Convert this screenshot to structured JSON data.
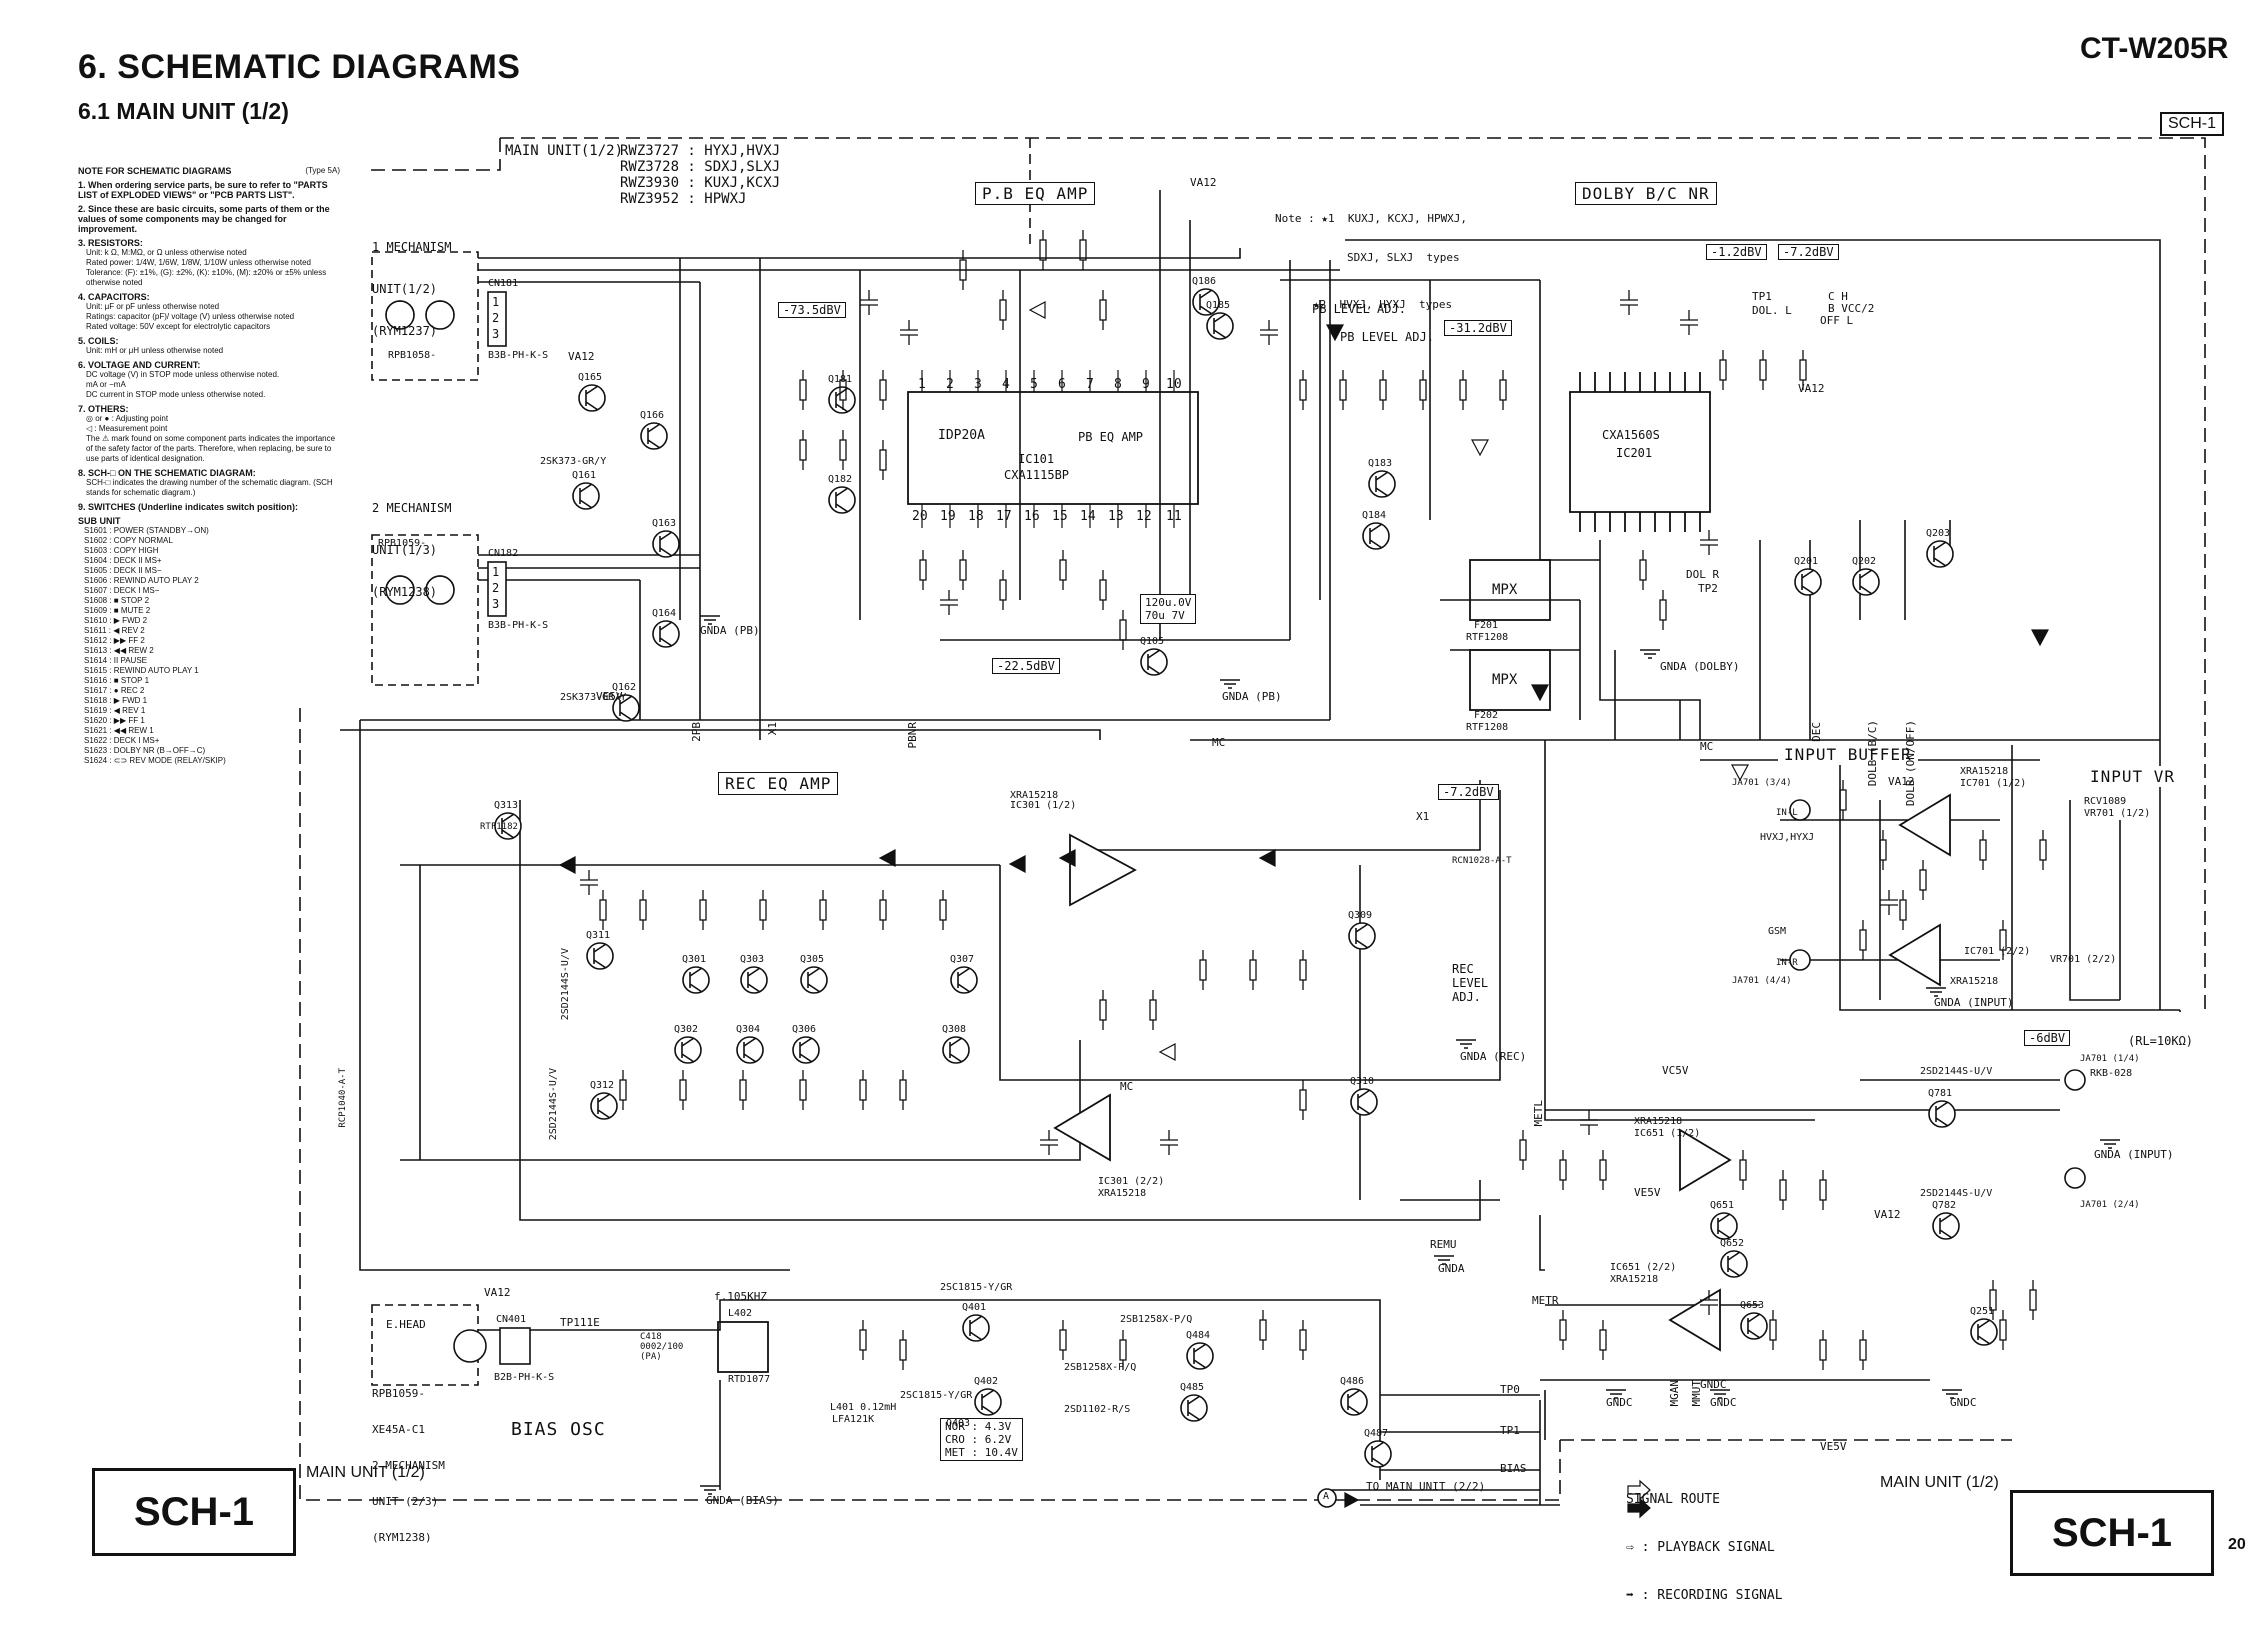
{
  "header": {
    "section_title": "6.   SCHEMATIC DIAGRAMS",
    "subsection_title": "6.1   MAIN UNIT (1/2)",
    "model": "CT-W205R",
    "sch_tag": "SCH-1"
  },
  "notes": {
    "heading": "NOTE FOR SCHEMATIC DIAGRAMS",
    "type_tag": "(Type 5A)",
    "items": [
      {
        "title": "1. When ordering service parts, be sure to refer to \"PARTS LIST of EXPLODED VIEWS\" or \"PCB PARTS LIST\"."
      },
      {
        "title": "2. Since these are basic circuits, some parts of them or the values of some components may be changed for improvement."
      },
      {
        "title": "3. RESISTORS:",
        "lines": [
          "Unit: k Ω, M:MΩ, or Ω unless otherwise noted",
          "Rated power: 1/4W, 1/6W, 1/8W, 1/10W unless otherwise noted",
          "Tolerance: (F): ±1%, (G): ±2%, (K): ±10%, (M): ±20% or ±5% unless otherwise noted"
        ]
      },
      {
        "title": "4. CAPACITORS:",
        "lines": [
          "Unit: μF or pF unless otherwise noted",
          "Ratings: capacitor (pF)/ voltage (V) unless otherwise noted",
          "Rated voltage: 50V except for electrolytic capacitors"
        ]
      },
      {
        "title": "5. COILS:",
        "lines": [
          "Unit: mH or μH unless otherwise noted"
        ]
      },
      {
        "title": "6. VOLTAGE AND CURRENT:",
        "lines": [
          "DC voltage (V) in STOP mode unless otherwise noted.",
          "mA or −mA",
          "DC current in STOP mode unless otherwise noted."
        ]
      },
      {
        "title": "7. OTHERS:",
        "lines": [
          "◎ or ● : Adjusting point",
          "◁ : Measurement point",
          "The ⚠ mark found on some component parts indicates the importance of the safety factor of the parts. Therefore, when replacing, be sure to use parts of identical designation."
        ]
      },
      {
        "title": "8. SCH-□ ON THE SCHEMATIC DIAGRAM:",
        "lines": [
          "SCH-□ indicates the drawing number of the schematic diagram. (SCH stands for schematic diagram.)"
        ]
      },
      {
        "title": "9. SWITCHES (Underline indicates switch position):",
        "lines": []
      }
    ],
    "switch_heading": "SUB UNIT",
    "switches": [
      "S1601 : POWER (STANDBY→ON)",
      "S1602 : COPY NORMAL",
      "S1603 : COPY HIGH",
      "S1604 : DECK II MS+",
      "S1605 : DECK II MS−",
      "S1606 : REWIND AUTO PLAY 2",
      "S1607 : DECK I MS−",
      "S1608 : ■ STOP 2",
      "S1609 : ■ MUTE 2",
      "S1610 : ▶ FWD 2",
      "S1611 : ◀ REV 2",
      "S1612 : ▶▶ FF 2",
      "S1613 : ◀◀ REW 2",
      "S1614 : II PAUSE",
      "S1615 : REWIND AUTO PLAY 1",
      "S1616 : ■ STOP 1",
      "S1617 : ● REC 2",
      "S1618 : ▶ FWD 1",
      "S1619 : ◀ REV 1",
      "S1620 : ▶▶ FF 1",
      "S1621 : ◀◀ REW 1",
      "S1622 : DECK I MS+",
      "S1623 : DOLBY NR (B→OFF→C)",
      "S1624 : ⊂⊃ REV MODE (RELAY/SKIP)"
    ]
  },
  "main_unit_header": {
    "title": "MAIN UNIT(1/2)",
    "variants": [
      "RWZ3727 : HYXJ,HVXJ",
      "RWZ3728 : SDXJ,SLXJ",
      "RWZ3930 : KUXJ,KCXJ",
      "RWZ3952 : HPWXJ"
    ]
  },
  "note_variants": {
    "line1": "Note : ★1  KUXJ, KCXJ, HPWXJ,",
    "line2": "SDXJ, SLXJ  types",
    "line3": "★2  HVXJ, HYXJ  types"
  },
  "blocks": {
    "pb_eq_amp": "P.B EQ AMP",
    "dolby": "DOLBY B/C NR",
    "rec_eq_amp": "REC EQ AMP",
    "input_buffer": "INPUT BUFFER",
    "input_vr": "INPUT VR",
    "bias_osc": "BIAS OSC"
  },
  "mechanisms": {
    "m1": {
      "label": "1 MECHANISM",
      "sub": "UNIT(1/2)",
      "part": "(RYM1237)",
      "connector": "CN181",
      "plug": "B3B-PH-K-S",
      "head": "RPB1058-"
    },
    "m2": {
      "label": "2 MECHANISM",
      "sub": "UNIT(1/3)",
      "part": "(RYM1238)",
      "connector": "CN182",
      "plug": "B3B-PH-K-S",
      "head": "RPB1059-"
    },
    "m3": {
      "label": "2 MECHANISM",
      "sub": "UNIT (2/3)",
      "part": "(RYM1238)",
      "connector": "CN401",
      "plug": "B2B-PH-K-S",
      "head": "RPB1059-",
      "head2": "XE45A-C1",
      "ehead": "E.HEAD"
    }
  },
  "ics": {
    "ic101": {
      "name": "IC101",
      "part": "CXA1115BP",
      "pkg": "IDP20A",
      "func": "PB EQ AMP"
    },
    "ic201": {
      "name": "IC201",
      "part": "CXA1560S"
    },
    "mpx1": {
      "name": "MPX",
      "part": "RTF1208",
      "ref": "F201"
    },
    "mpx2": {
      "name": "MPX",
      "part": "RTF1208",
      "ref": "F202"
    },
    "ic301a": {
      "name": "IC301 (1/2)",
      "part": "XRA15218"
    },
    "ic301b": {
      "name": "IC301 (2/2)",
      "part": "XRA15218"
    },
    "ic701a": {
      "name": "IC701 (1/2)",
      "part": "XRA15218"
    },
    "ic701b": {
      "name": "IC701 (2/2)",
      "part": "XRA15218"
    },
    "ic651a": {
      "name": "IC651 (1/2)",
      "part": "XRA15218"
    },
    "ic651b": {
      "name": "IC651 (2/2)",
      "part": "XRA15218"
    },
    "l402": {
      "name": "L402",
      "part": "RTD1077"
    }
  },
  "levels": {
    "pb1": "-73.5dBV",
    "pb2": "-22.5dBV",
    "dolby1": "-1.2dBV",
    "dolby2": "-7.2dBV",
    "dolby3": "-31.2dBV",
    "rec1": "-7.2dBV",
    "out1": "-6dBV",
    "rl": "(RL=10KΩ)",
    "v1": "120u.0V",
    "v2": "70u 7V",
    "mode1": "NOR : 4.3V",
    "mode2": "CRO : 6.2V",
    "mode3": "MET : 10.4V"
  },
  "adjust_labels": {
    "pb_level": "PB LEVEL ADJ.",
    "pb_level2": "PB LEVEL ADJ.",
    "rec_level": "REC\nLEVEL\nADJ.",
    "tp1": "TP1",
    "tp2": "TP2",
    "dol_r": "DOL R",
    "dol_l": "DOL. L",
    "ch": "C H",
    "b_vcc": "B VCC/2",
    "off": "OFF L",
    "freq": "f.105KHZ"
  },
  "net_labels": [
    "VA12",
    "VA12",
    "VA12",
    "VA12",
    "VA12",
    "VA12",
    "VE5V",
    "VE5V",
    "VC5V",
    "VE5V",
    "GNDA (PB)",
    "GNDA (PB)",
    "GNDA (DOLBY)",
    "GNDA (REC)",
    "GNDA (INPUT)",
    "GNDA (INPUT)",
    "GNDA (BIAS)",
    "GNDA",
    "MC",
    "MC",
    "MC",
    "REMU",
    "METL",
    "METR",
    "TP0",
    "TP1",
    "BIAS",
    "2PB",
    "X1",
    "X1",
    "PBNR",
    "DEC",
    "DOLB (B/C)",
    "DOLB (ON/OFF)",
    "GNDC",
    "GNDC",
    "GNDC",
    "GNDC",
    "MGAN",
    "MMUT"
  ],
  "transistors": [
    "Q165",
    "Q166",
    "Q161",
    "Q163",
    "Q164",
    "Q162",
    "Q181",
    "Q182",
    "Q185",
    "Q186",
    "Q105",
    "Q183",
    "Q184",
    "Q201",
    "Q202",
    "Q203",
    "Q313",
    "Q311",
    "Q312",
    "Q301",
    "Q302",
    "Q303",
    "Q304",
    "Q305",
    "Q306",
    "Q307",
    "Q308",
    "Q309",
    "Q310",
    "Q401",
    "Q402",
    "Q403",
    "Q484",
    "Q485",
    "Q486",
    "Q487",
    "Q651",
    "Q652",
    "Q653",
    "Q781",
    "Q782",
    "Q251"
  ],
  "part_callouts": {
    "q161": "2SK373-GR/Y",
    "q162": "2SK373-GR/Y",
    "q311": "2SD2144S-U/V",
    "q312": "2SD2144S-U/V",
    "q401": "2SC1815-Y/GR",
    "q402": "2SC1815-Y/GR",
    "q484": "2SB1258X-P/Q",
    "q485": "2SB1258X-P/Q",
    "q403": "2SD1102-R/S",
    "q781": "2SD2144S-U/V",
    "q782": "2SD2144S-U/V",
    "l401": "L401 0.12mH",
    "l401p": "LFA121K",
    "ja701": "JA701 (3/4)",
    "ja701b": "JA701 (4/4)",
    "ja701c": "JA701 (1/4)",
    "ja701d": "JA701 (2/4)",
    "rcv1089": "RCV1089",
    "vr701": "VR701 (1/2)",
    "vr701b": "VR701 (2/2)",
    "rkb": "RKB-028",
    "gsm": "GSM",
    "hvxj": "HVXJ,HYXJ",
    "tp111e": "TP111E",
    "c418": "C418\n0002/100\n(PA)",
    "rtf1182": "RTF1182",
    "rcn1028": "RCN1028-A-T",
    "rcp1040": "RCP1040-A-T",
    "ja_l": "IN-L",
    "ja_r": "IN-R"
  },
  "signal_legend": {
    "title": "SIGNAL ROUTE",
    "pb": "⇨ : PLAYBACK SIGNAL",
    "rec": "➡ : RECORDING SIGNAL"
  },
  "footer": {
    "main_unit_left": "MAIN UNIT (1/2)",
    "main_unit_right": "MAIN UNIT (1/2)",
    "sch_left": "SCH-1",
    "sch_right": "SCH-1",
    "to_main": "TO MAIN UNIT (2/2)",
    "circle_a": "A",
    "page": "20"
  }
}
